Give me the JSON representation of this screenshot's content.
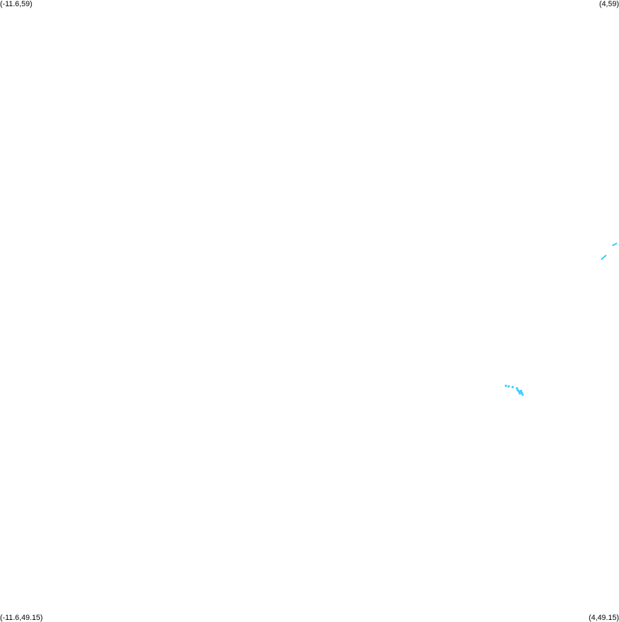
{
  "map": {
    "corners": {
      "top_left": "(-11.6,59)",
      "top_right": "(4,59)",
      "bottom_left": "(-11.6,49.15)",
      "bottom_right": "(4,49.15)"
    },
    "bounds": {
      "lon_min": -11.6,
      "lon_max": 4,
      "lat_min": 49.15,
      "lat_max": 59
    },
    "feature_color": "#33ccff",
    "background_color": "#ffffff",
    "features": [
      {
        "type": "line",
        "lon": [
          3.83,
          3.95
        ],
        "lat": [
          55.11,
          55.15
        ]
      },
      {
        "type": "line",
        "lon": [
          3.55,
          3.68
        ],
        "lat": [
          54.89,
          54.96
        ]
      },
      {
        "type": "point",
        "lon": 1.15,
        "lat": 52.89
      },
      {
        "type": "point",
        "lon": 1.22,
        "lat": 52.88
      },
      {
        "type": "point",
        "lon": 1.32,
        "lat": 52.87
      },
      {
        "type": "point",
        "lon": 1.43,
        "lat": 52.85
      },
      {
        "type": "point",
        "lon": 1.45,
        "lat": 52.82
      },
      {
        "type": "point",
        "lon": 1.48,
        "lat": 52.8
      },
      {
        "type": "point",
        "lon": 1.5,
        "lat": 52.77
      },
      {
        "type": "point",
        "lon": 1.53,
        "lat": 52.81
      },
      {
        "type": "point",
        "lon": 1.55,
        "lat": 52.78
      },
      {
        "type": "point",
        "lon": 1.57,
        "lat": 52.75
      }
    ]
  }
}
